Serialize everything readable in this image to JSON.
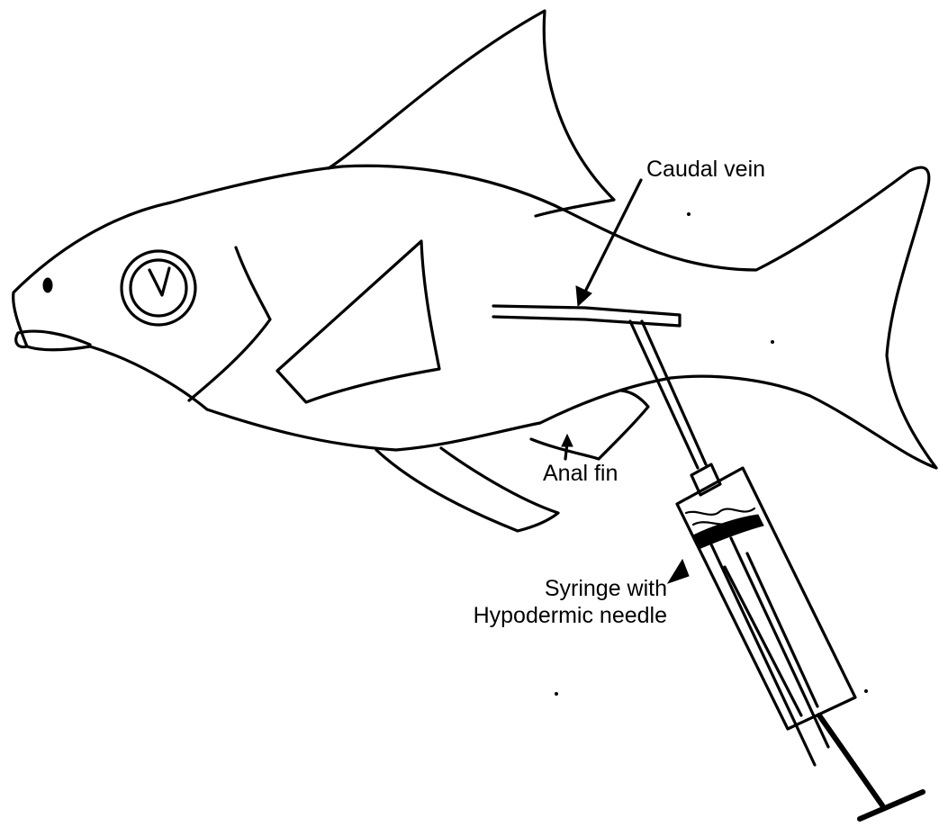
{
  "labels": {
    "caudal_vein": "Caudal vein",
    "anal_fin": "Anal fin",
    "syringe_line1": "Syringe with",
    "syringe_line2": "Hypodermic needle"
  },
  "colors": {
    "ink": "#000000",
    "background": "#ffffff"
  }
}
